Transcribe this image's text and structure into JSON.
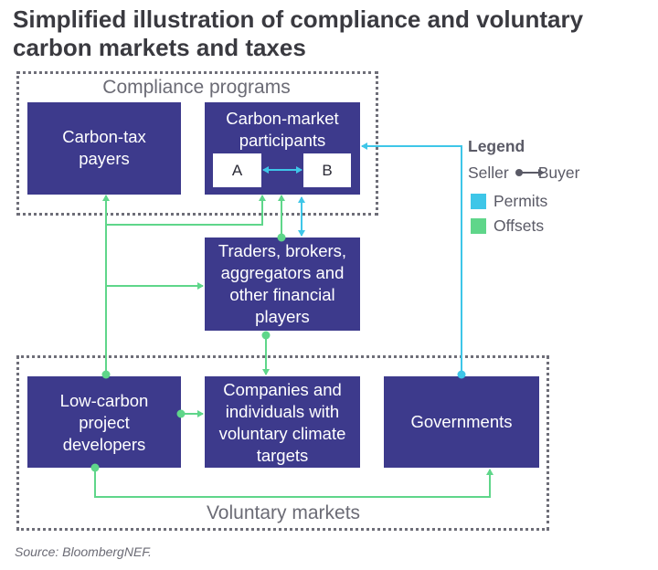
{
  "title": "Simplified illustration of compliance and voluntary carbon markets and taxes",
  "regions": {
    "compliance_label": "Compliance programs",
    "voluntary_label": "Voluntary markets"
  },
  "nodes": {
    "carbon_tax_payers": "Carbon-tax payers",
    "carbon_market_participants": "Carbon-market participants",
    "participant_a": "A",
    "participant_b": "B",
    "traders": "Traders, brokers, aggregators and other financial players",
    "low_carbon_developers": "Low-carbon project developers",
    "companies_individuals": "Companies and individuals with voluntary climate targets",
    "governments": "Governments"
  },
  "legend": {
    "title": "Legend",
    "seller": "Seller",
    "buyer": "Buyer",
    "permits_label": "Permits",
    "offsets_label": "Offsets"
  },
  "colors": {
    "box_fill": "#3d3a8c",
    "permits": "#3ec6e8",
    "offsets": "#5fd68a",
    "region_border": "#6e6e78"
  },
  "source": "Source: BloombergNEF."
}
